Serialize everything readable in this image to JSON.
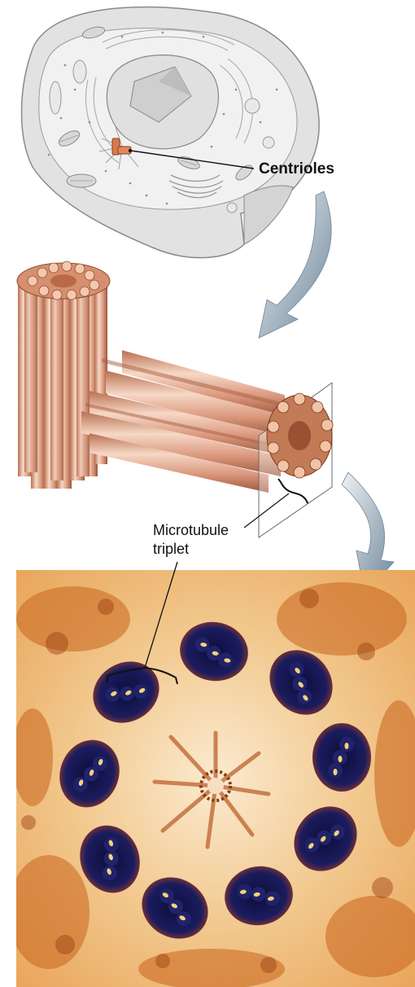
{
  "labels": {
    "centrioles": "Centrioles",
    "triplet_line1": "Microtubule",
    "triplet_line2": "triplet"
  },
  "colors": {
    "cell_fill": "#e3e3e3",
    "cell_stroke": "#8a8a8a",
    "tubule_copper": "#d9957a",
    "tubule_highlight": "#f6d8c6",
    "arrow_gray": "#7f96a8",
    "micrograph_bg": "#f4d7a8",
    "micrograph_dark": "#15154d",
    "micrograph_orange": "#c8641c"
  },
  "icons": {
    "arrow1": "curved-arrow-down-icon",
    "arrow2": "curved-arrow-down-icon"
  }
}
